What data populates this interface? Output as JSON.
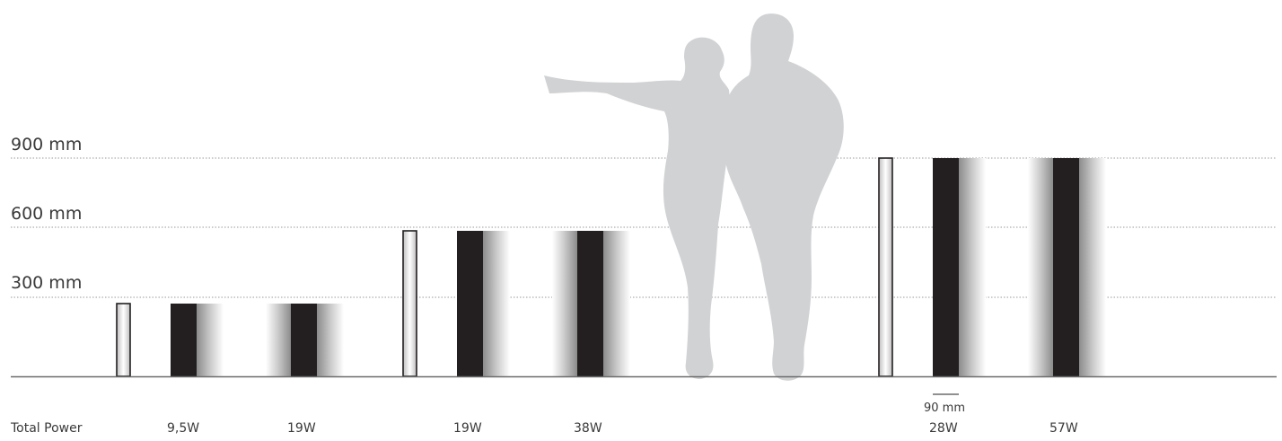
{
  "levels": [
    {
      "label": "900 mm",
      "height_mm": 900
    },
    {
      "label": "600 mm",
      "height_mm": 600
    },
    {
      "label": "300 mm",
      "height_mm": 300
    }
  ],
  "power_row_label": "Total Power",
  "groups": [
    {
      "height_mm": 300,
      "slim_bollard": true,
      "bollards": [
        {
          "power": "9,5W",
          "style": "black-with-gradient-right"
        },
        {
          "power": "19W",
          "style": "black-with-gradient-both"
        }
      ]
    },
    {
      "height_mm": 600,
      "slim_bollard": true,
      "bollards": [
        {
          "power": "19W",
          "style": "black-with-gradient-right"
        },
        {
          "power": "38W",
          "style": "black-with-gradient-both"
        }
      ]
    },
    {
      "height_mm": 900,
      "slim_bollard": true,
      "bollards": [
        {
          "power": "28W",
          "style": "black-with-gradient-right"
        },
        {
          "power": "57W",
          "style": "black-with-gradient-both"
        }
      ]
    }
  ],
  "width_note": "90 mm",
  "silhouette": "couple-pointing",
  "colors": {
    "bollard": "#231f20",
    "silhouette": "#d1d2d4",
    "text": "#3a3a3a",
    "ground": "#6b6b6b",
    "grid": "#9a9a9a"
  }
}
